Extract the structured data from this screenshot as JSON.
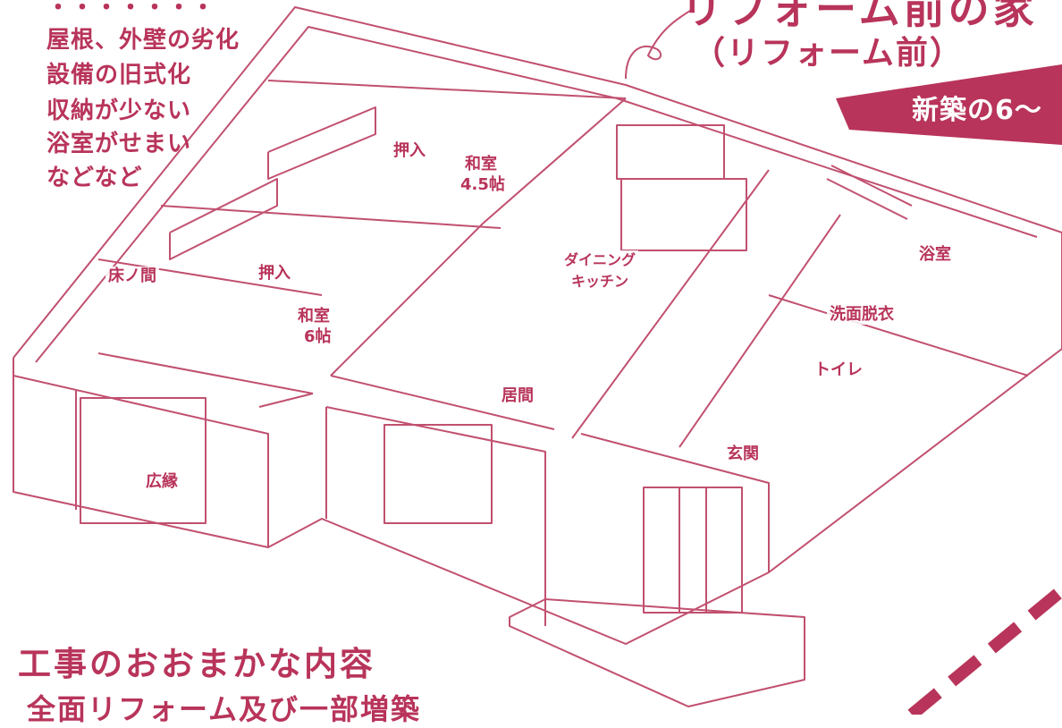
{
  "colors": {
    "accent": "#b8345a",
    "line": "#c1506f",
    "background": "#ffffff"
  },
  "issues_partial": "・・・・・・・",
  "issues": [
    "屋根、外壁の劣化",
    "設備の旧式化",
    "収納が少ない",
    "浴室がせまい",
    "などなど"
  ],
  "title": {
    "main": "リフォーム前の家",
    "sub": "（リフォーム前）"
  },
  "badge": "新築の6～",
  "rooms": {
    "tokonoma": "床ノ間",
    "oshiire_top": "押入",
    "washitsu45_line1": "和室",
    "washitsu45_line2": "4.5帖",
    "oshiire_mid": "押入",
    "washitsu6_line1": "和室",
    "washitsu6_line2": "6帖",
    "dining_line1": "ダイニング",
    "dining_line2": "キッチン",
    "bath": "浴室",
    "wash": "洗面脱衣",
    "toilet": "トイレ",
    "living": "居間",
    "entrance": "玄関",
    "veranda": "広縁"
  },
  "work": {
    "heading": "工事のおおまかな内容",
    "subheading": "全面リフォーム及び一部増築"
  }
}
